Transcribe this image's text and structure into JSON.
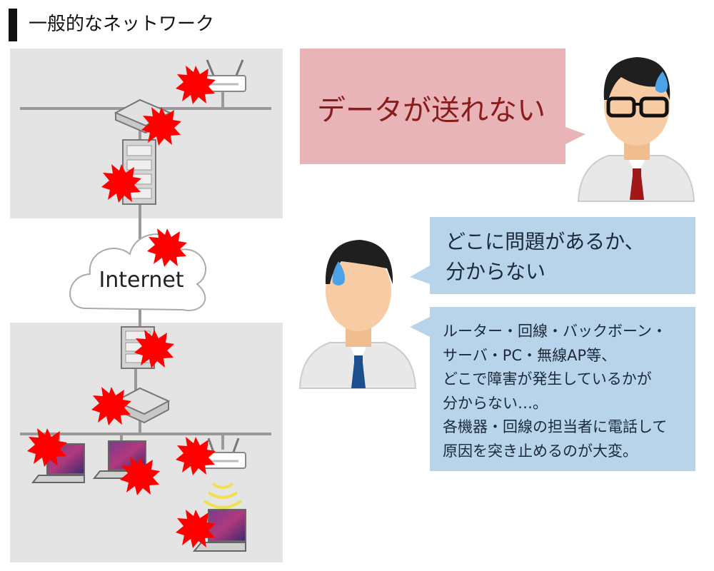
{
  "title": "一般的なネットワーク",
  "cloud_label": "Internet",
  "speech": {
    "problem": "データが送れない",
    "question": "どこに問題があるか、\n分からない",
    "explanation": "ルーター・回線・バックボーン・\nサーバ・PC・無線AP等、\nどこで障害が発生しているかが\n分からない…。\n各機器・回線の担当者に電話して\n原因を突き止めるのが大変。"
  },
  "colors": {
    "lan_area": "#e4e4e4",
    "line": "#999999",
    "burst": "#ff0000",
    "problem_bubble": "#e8b4b8",
    "problem_text": "#8b1c1c",
    "info_bubble": "#b8d4ea",
    "skin": "#f7cca4",
    "hair": "#1f1f1f",
    "shirt": "#e8e8e8",
    "tie_red": "#a01818",
    "tie_blue": "#1d4f8f",
    "sweat": "#4aa3e8",
    "wifi": "#f2e04a"
  },
  "icons": {
    "router": "router-icon",
    "switch": "switch-icon",
    "server": "server-icon",
    "cloud": "cloud-icon",
    "laptop": "laptop-icon",
    "access_point": "access-point-icon",
    "error": "error-burst-icon",
    "person": "person-icon"
  }
}
